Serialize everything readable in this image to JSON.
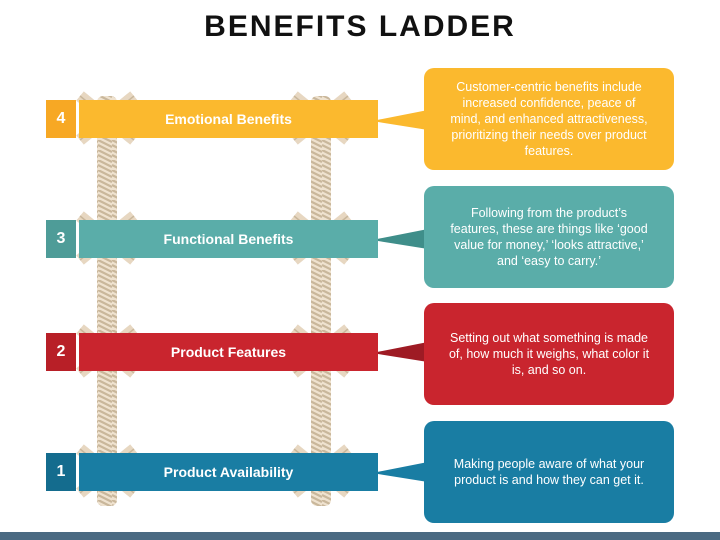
{
  "title": "BENEFITS LADDER",
  "colors": {
    "orange": "#fbb92e",
    "teal": "#5aada9",
    "red": "#c9252e",
    "blue": "#197da3",
    "rope": "#e7d7c1"
  },
  "rungs": [
    {
      "num": "4",
      "label": "Emotional Benefits",
      "color": "#fbb92e",
      "description": "Customer-centric benefits include increased confidence, peace of mind, and enhanced attractiveness, prioritizing their needs over product features."
    },
    {
      "num": "3",
      "label": "Functional Benefits",
      "color": "#5aada9",
      "description": "Following from the product’s features, these are things like ‘good value for money,’ ‘looks attractive,’ and ‘easy to carry.’"
    },
    {
      "num": "2",
      "label": "Product Features",
      "color": "#c9252e",
      "description": "Setting out what something is made of, how much it weighs, what color it is, and so on."
    },
    {
      "num": "1",
      "label": "Product Availability",
      "color": "#197da3",
      "description": "Making people aware of what your product is and how they can get it."
    }
  ]
}
